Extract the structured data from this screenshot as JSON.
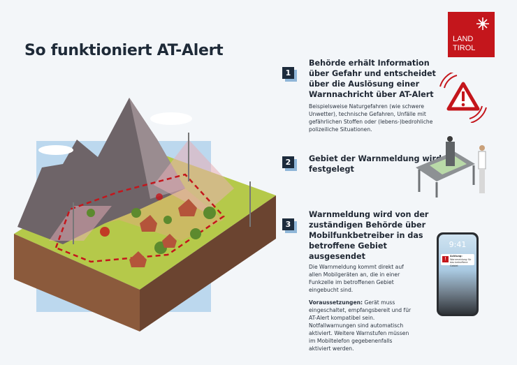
{
  "title": "So funktioniert AT-Alert",
  "logo": {
    "line1": "LAND",
    "line2": "TIROL",
    "color": "#c4161c"
  },
  "steps": [
    {
      "number": "1",
      "heading": "Behörde erhält Information über Gefahr und entscheidet über die Auslösung einer Warnnachricht über AT-Alert",
      "body": "Beispielsweise Naturgefahren (wie schwere Unwetter), technische Gefahren, Unfälle mit gefährlichen Stoffen oder (lebens-)bedrohliche polizeiliche Situationen.",
      "icon": "warning-signal-icon"
    },
    {
      "number": "2",
      "heading": "Gebiet der Warnmeldung wird festgelegt",
      "icon": "people-at-map-table"
    },
    {
      "number": "3",
      "heading": "Warnmeldung wird von der zuständigen Behörde über Mobilfunkbetreiber in das betroffene Gebiet ausgesendet",
      "body": "Die Warnmeldung kommt direkt auf allen Mobilgeräten an, die in einer Funkzelle im betroffenen Gebiet eingebucht sind.",
      "req_label": "Voraussetzungen:",
      "req_text": " Gerät muss eingeschaltet, empfangsbereit und für AT-Alert kompatibel sein. Notfallwarnungen sind automatisch aktiviert. Weitere Warnstufen müssen im Mobiltelefon gegebenenfalls aktiviert werden.",
      "icon": "smartphone"
    }
  ],
  "phone": {
    "time": "9:41",
    "notif_title": "Achtung:",
    "notif_text": "Warnmeldung für das betroffene Gebiet"
  },
  "colors": {
    "accent": "#c4161c",
    "navy": "#1c2b3c",
    "background": "#f3f6f9"
  }
}
